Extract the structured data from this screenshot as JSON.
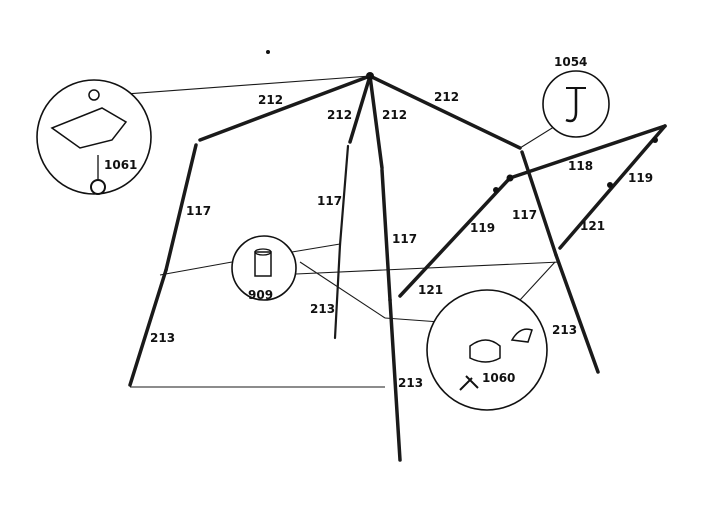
{
  "diagram": {
    "labels": {
      "l212a": "212",
      "l212b": "212",
      "l212c": "212",
      "l212d": "212",
      "l117a": "117",
      "l117b": "117",
      "l117c": "117",
      "l117d": "117",
      "l119a": "119",
      "l119b": "119",
      "l118": "118",
      "l121a": "121",
      "l121b": "121",
      "l213a": "213",
      "l213b": "213",
      "l213c": "213",
      "l213d": "213",
      "l909": "909",
      "l1061": "1061",
      "l1054": "1054",
      "l1060": "1060"
    }
  },
  "colors": {
    "ink": "#111111",
    "paper": "#ffffff"
  }
}
